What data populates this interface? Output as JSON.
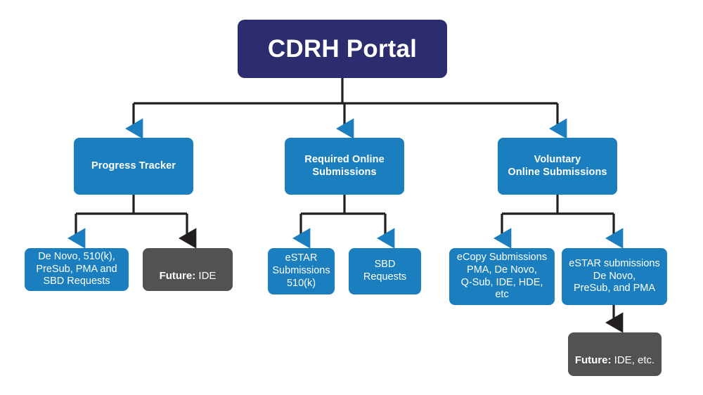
{
  "diagram": {
    "title": "CDRH Portal",
    "type": "organizational-flowchart",
    "colors": {
      "root_navy": "#2b2d6e",
      "node_blue": "#1a7ebf",
      "future_gray": "#505253",
      "connector_dark": "#231f20",
      "connector_blue": "#1a7ebf",
      "text_white": "#ffffff",
      "background": "#ffffff"
    },
    "root": {
      "label": "CDRH Portal"
    },
    "branches": [
      {
        "id": "progress-tracker",
        "label": "Progress Tracker",
        "children": [
          {
            "id": "progress-tracker-requests",
            "label": "De Novo, 510(k),\nPreSub, PMA and\nSBD Requests",
            "style": "blue"
          },
          {
            "id": "progress-tracker-future",
            "label_bold": "Future:",
            "label_rest": " IDE",
            "style": "gray"
          }
        ]
      },
      {
        "id": "required-online-submissions",
        "label": "Required Online\nSubmissions",
        "children": [
          {
            "id": "estar-submissions-510k",
            "label": "eSTAR\nSubmissions\n510(k)",
            "style": "blue"
          },
          {
            "id": "sbd-requests",
            "label": "SBD\nRequests",
            "style": "blue"
          }
        ]
      },
      {
        "id": "voluntary-online-submissions",
        "label": "Voluntary\nOnline Submissions",
        "children": [
          {
            "id": "ecopy-submissions",
            "label": "eCopy Submissions\nPMA, De Novo,\nQ-Sub, IDE, HDE, etc",
            "style": "blue"
          },
          {
            "id": "estar-submissions-voluntary",
            "label": "eSTAR submissions\nDe Novo,\nPreSub, and PMA",
            "style": "blue",
            "children": [
              {
                "id": "voluntary-future",
                "label_bold": "Future:",
                "label_rest": " IDE, etc.",
                "style": "gray"
              }
            ]
          }
        ]
      }
    ]
  }
}
